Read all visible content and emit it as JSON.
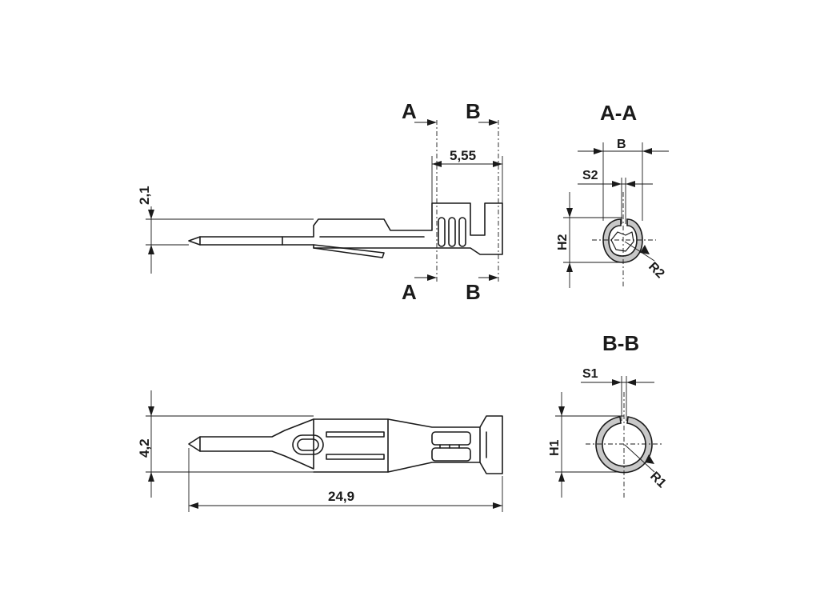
{
  "dimensions": {
    "pin_height": "2,1",
    "section_spacing": "5,55",
    "body_height": "4,2",
    "total_length": "24,9"
  },
  "section_markers": {
    "a": "A",
    "b": "B"
  },
  "sections": {
    "aa": {
      "title": "A-A",
      "width": "B",
      "thickness": "S2",
      "height": "H2",
      "radius": "R2"
    },
    "bb": {
      "title": "B-B",
      "thickness": "S1",
      "height": "H1",
      "radius": "R1"
    }
  }
}
